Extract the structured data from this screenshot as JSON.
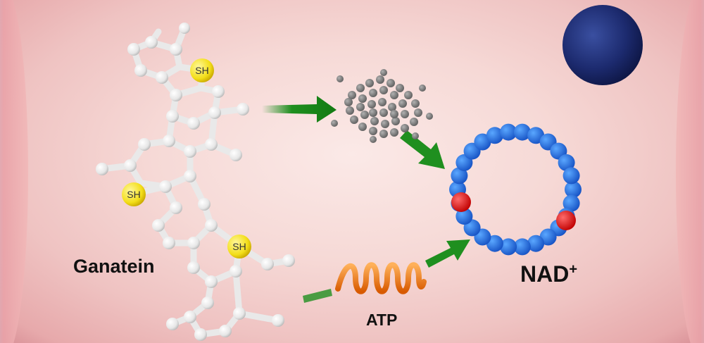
{
  "figure": {
    "molecule_label": "Ganatein",
    "thiol_groups": [
      "SH",
      "SH",
      "SH"
    ],
    "atp_label": "ATP",
    "nad_label": "NAD",
    "nad_superscript": "+",
    "colors": {
      "background": "#f6d9d6",
      "arrow": "#1f8f1f",
      "atoms": "#f2f2f2",
      "sulfur": "#f3de19",
      "nanoparticles": "#7d7d7d",
      "atp_helix": "#f07a10",
      "nad_ring": "#1f6fe0",
      "nad_marker": "#e01515",
      "dark_sphere": "#1c2a6e"
    }
  }
}
